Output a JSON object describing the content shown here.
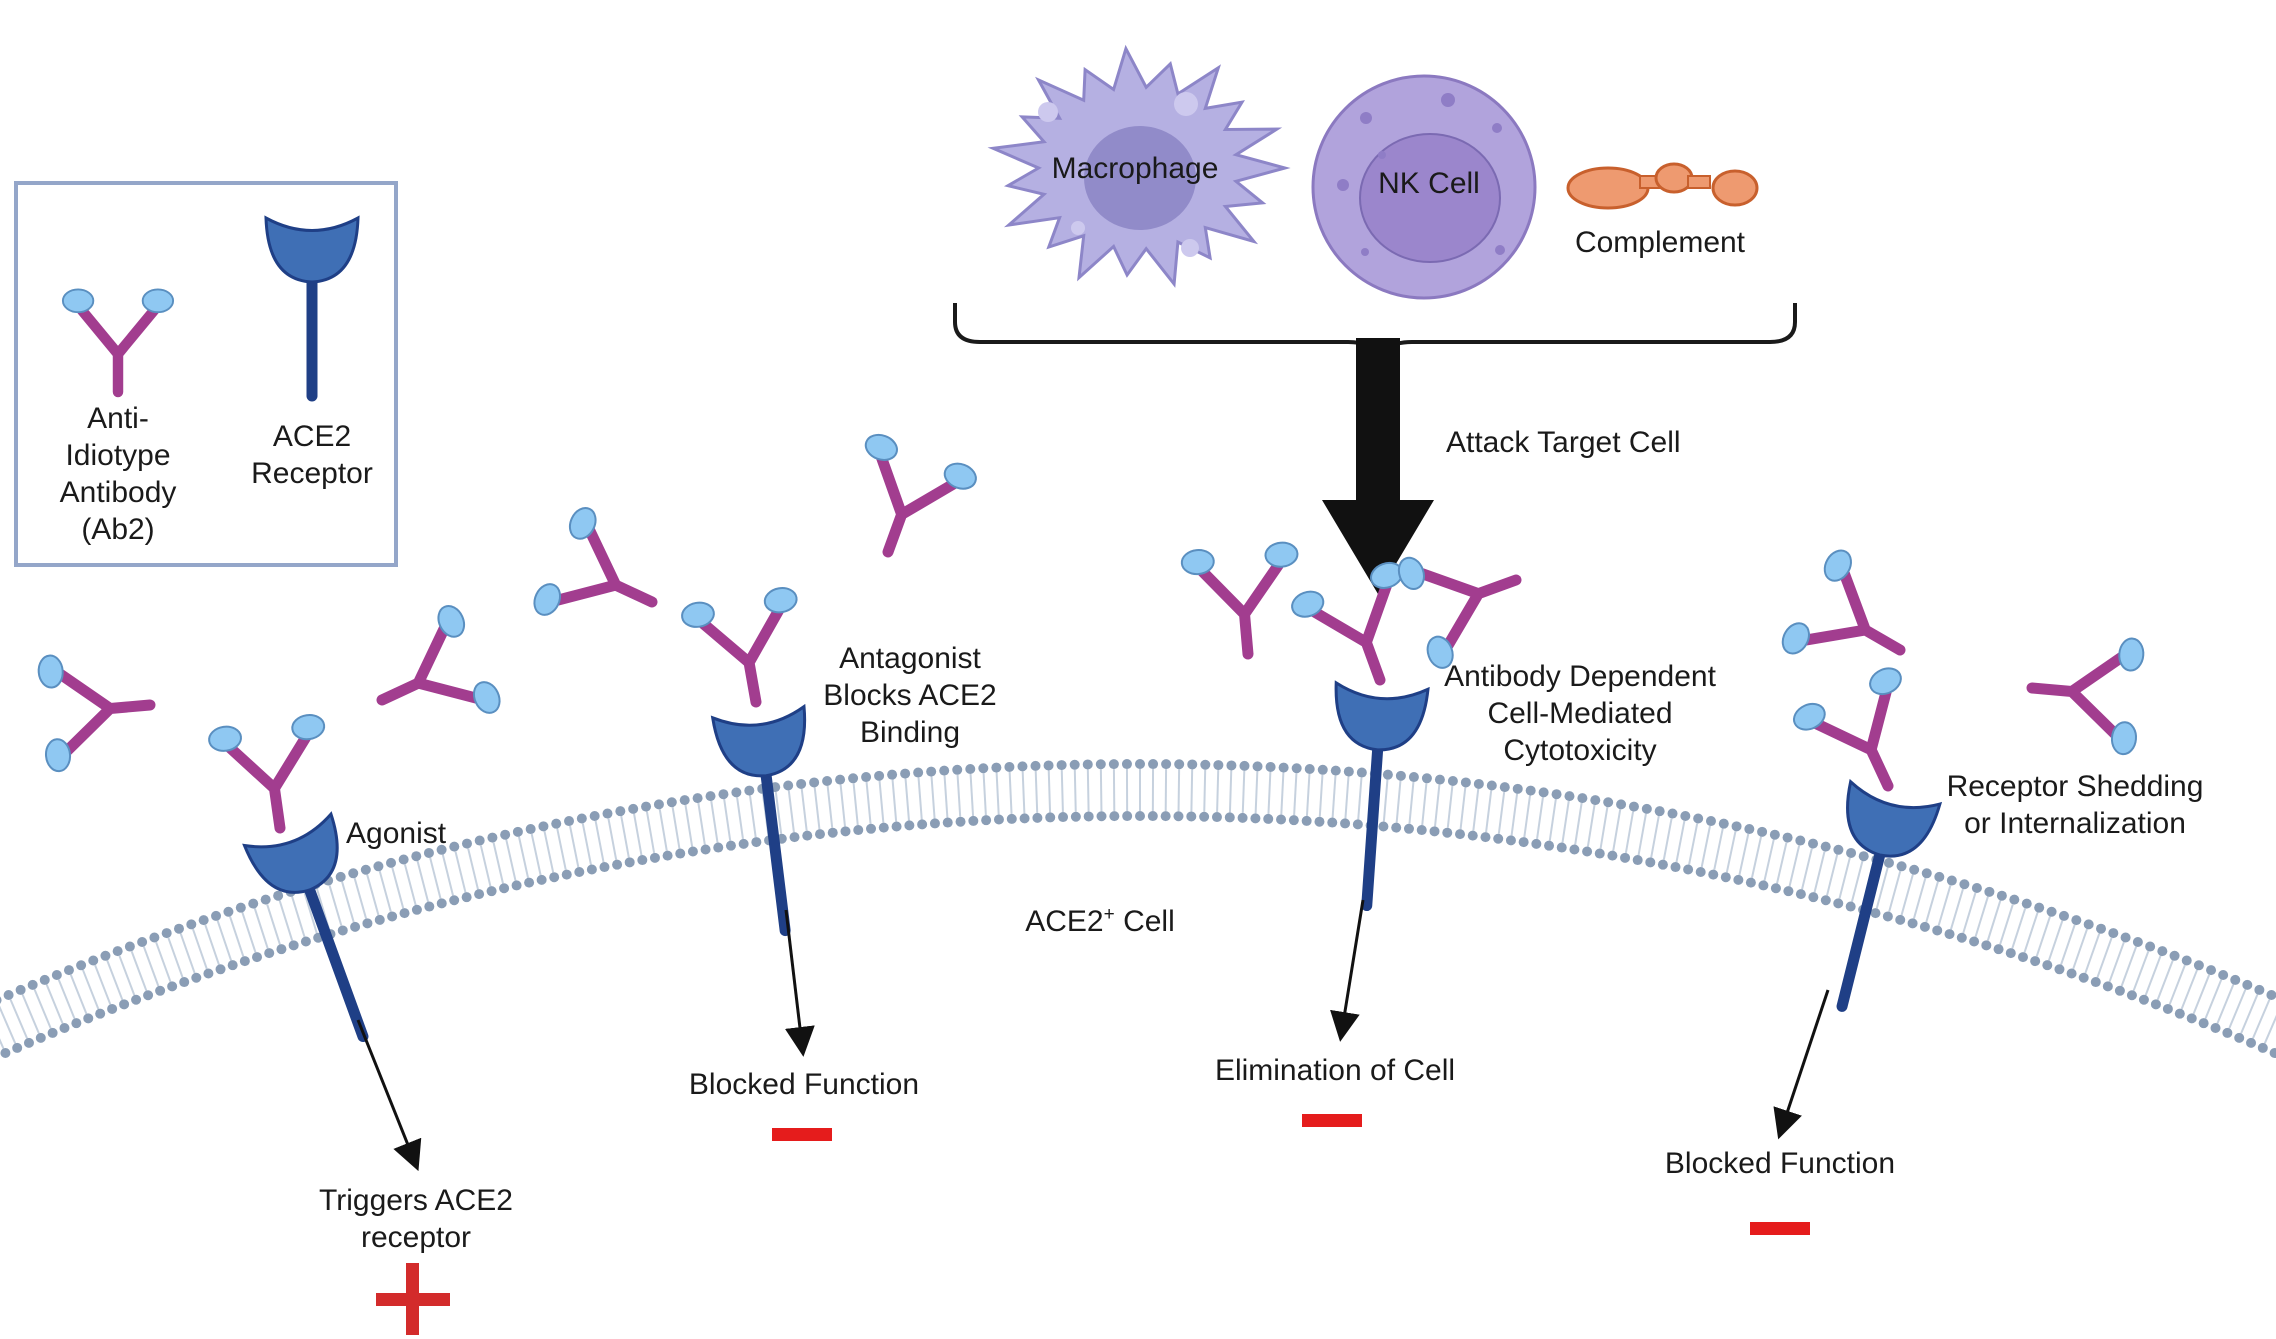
{
  "legend": {
    "antibody_label": [
      "Anti-",
      "Idiotype",
      "Antibody",
      "(Ab2)"
    ],
    "receptor_label": [
      "ACE2",
      "Receptor"
    ]
  },
  "effectors": {
    "macrophage": "Macrophage",
    "nk_cell": "NK Cell",
    "complement": "Complement",
    "attack": "Attack Target Cell"
  },
  "cell": {
    "base": "ACE2",
    "sup": "+",
    "rest": " Cell"
  },
  "mechanisms": [
    {
      "label": [
        "Agonist"
      ],
      "outcome": [
        "Triggers ACE2",
        "receptor"
      ],
      "sign": "+"
    },
    {
      "label": [
        "Antagonist",
        "Blocks ACE2",
        "Binding"
      ],
      "outcome": [
        "Blocked Function"
      ],
      "sign": "−"
    },
    {
      "label": [
        "Antibody Dependent",
        "Cell-Mediated",
        "Cytotoxicity"
      ],
      "outcome": [
        "Elimination of Cell"
      ],
      "sign": "−"
    },
    {
      "label": [
        "Receptor Shedding",
        "or Internalization"
      ],
      "outcome": [
        "Blocked Function"
      ],
      "sign": "−"
    }
  ],
  "colors": {
    "antibody": "#a23d8f",
    "antibody_tip": "#8fc8f2",
    "receptor_head": "#3f6fb5",
    "receptor_stem": "#1f3f86",
    "membrane_head": "#8a9db5",
    "membrane_tail": "#c6d1de",
    "macrophage": "#b5b0e2",
    "nk_cell": "#b1a3dc",
    "complement": "#ee9a70",
    "arrow": "#111111",
    "plus": "#d32b2b",
    "minus": "#e51c1c",
    "legend_border": "#94a6c9"
  }
}
